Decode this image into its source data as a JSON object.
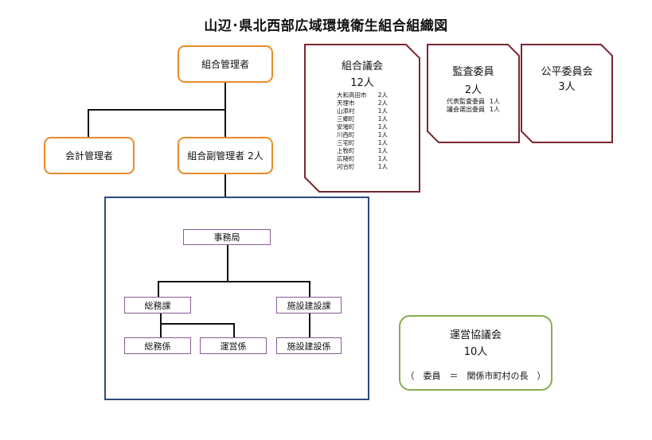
{
  "title": "山辺･県北西部広域環境衛生組合組織図",
  "manager": "組合管理者",
  "accountant": "会計管理者",
  "vice_manager": "組合副管理者 2人",
  "office": {
    "head": "事務局",
    "general_affairs": "総務課",
    "facility_construction": "施設建設課",
    "general_affairs_section": "総務係",
    "operation_section": "運営係",
    "facility_construction_section": "施設建設係"
  },
  "assembly": {
    "name": "組合議会",
    "count": "12人",
    "members": [
      {
        "name": "大和高田市",
        "count": "2人"
      },
      {
        "name": "天理市",
        "count": "2人"
      },
      {
        "name": "山添村",
        "count": "1人"
      },
      {
        "name": "三郷町",
        "count": "1人"
      },
      {
        "name": "安堵町",
        "count": "1人"
      },
      {
        "name": "川西町",
        "count": "1人"
      },
      {
        "name": "三宅町",
        "count": "1人"
      },
      {
        "name": "上牧町",
        "count": "1人"
      },
      {
        "name": "広陵町",
        "count": "1人"
      },
      {
        "name": "河合町",
        "count": "1人"
      }
    ]
  },
  "audit": {
    "name": "監査委員",
    "count": "2人",
    "members": [
      {
        "name": "代表監査委員",
        "count": "1人"
      },
      {
        "name": "議会選出委員",
        "count": "1人"
      }
    ]
  },
  "fairness": {
    "name": "公平委員会",
    "count": "3人"
  },
  "council": {
    "name": "運営協議会",
    "count": "10人",
    "note": "（　委員　＝　関係市町村の長　）"
  },
  "colors": {
    "orange_border": "#e88a2c",
    "maroon_border": "#7a2630",
    "purple_border": "#8b5a96",
    "blue_border": "#2c4a7f",
    "green_border": "#86ad4e"
  }
}
